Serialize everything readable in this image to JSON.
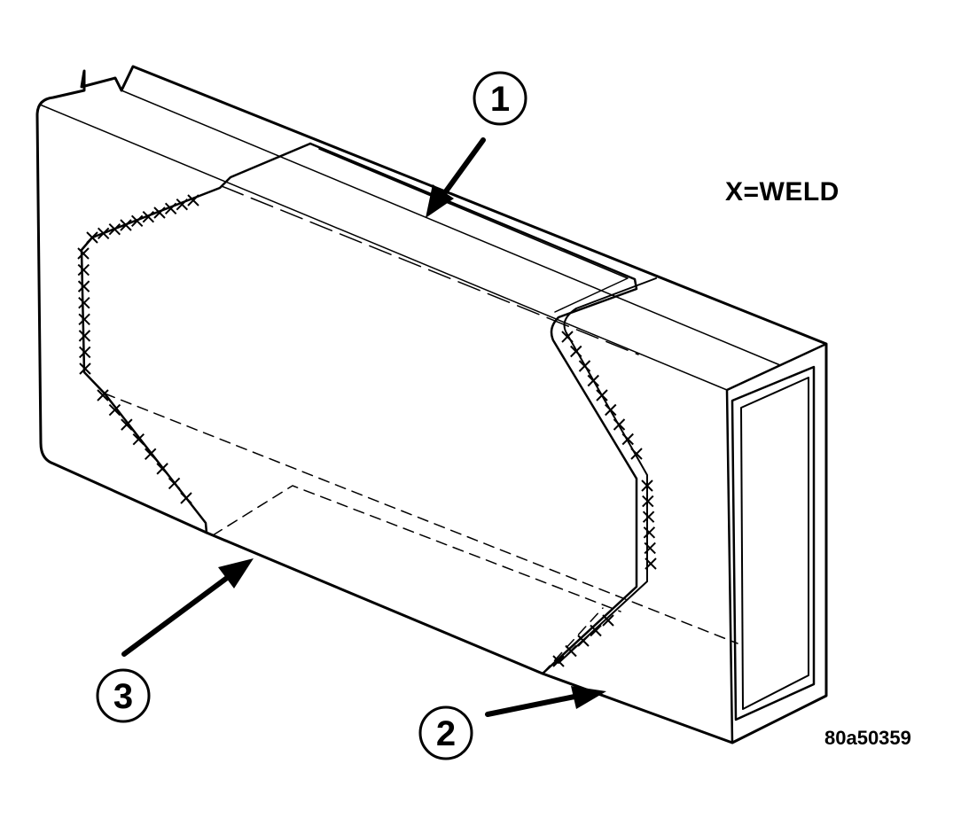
{
  "legend": {
    "weld_key": "X=WELD"
  },
  "callouts": [
    {
      "number": "1"
    },
    {
      "number": "2"
    },
    {
      "number": "3"
    }
  ],
  "figure_id": "80a50359",
  "colors": {
    "line": "#000000",
    "background": "#ffffff"
  }
}
